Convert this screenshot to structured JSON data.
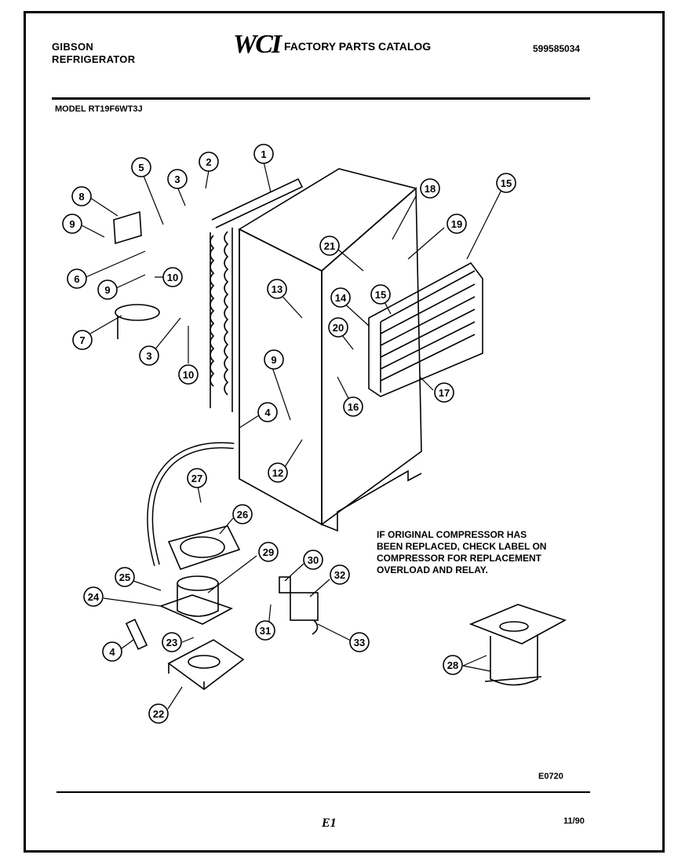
{
  "header": {
    "brand_line1": "GIBSON",
    "brand_line2": "REFRIGERATOR",
    "logo": "WCI",
    "catalog_title": "FACTORY PARTS CATALOG",
    "catalog_number": "599585034",
    "model": "MODEL RT19F6WT3J"
  },
  "note": {
    "line1": "IF ORIGINAL COMPRESSOR HAS",
    "line2": "BEEN REPLACED, CHECK LABEL ON",
    "line3": "COMPRESSOR FOR REPLACEMENT",
    "line4": "OVERLOAD AND RELAY."
  },
  "footer": {
    "diagram_code": "E0720",
    "page": "E1",
    "date": "11/90"
  },
  "callouts": {
    "c1": "1",
    "c2": "2",
    "c3a": "3",
    "c3b": "3",
    "c4a": "4",
    "c4b": "4",
    "c5": "5",
    "c6": "6",
    "c7": "7",
    "c8": "8",
    "c9a": "9",
    "c9b": "9",
    "c9c": "9",
    "c10a": "10",
    "c10b": "10",
    "c12": "12",
    "c13": "13",
    "c14": "14",
    "c15a": "15",
    "c15b": "15",
    "c16": "16",
    "c17": "17",
    "c18": "18",
    "c19": "19",
    "c20": "20",
    "c21": "21",
    "c22": "22",
    "c23": "23",
    "c24": "24",
    "c25": "25",
    "c26": "26",
    "c27": "27",
    "c28": "28",
    "c29": "29",
    "c30": "30",
    "c31": "31",
    "c32": "32",
    "c33": "33"
  }
}
